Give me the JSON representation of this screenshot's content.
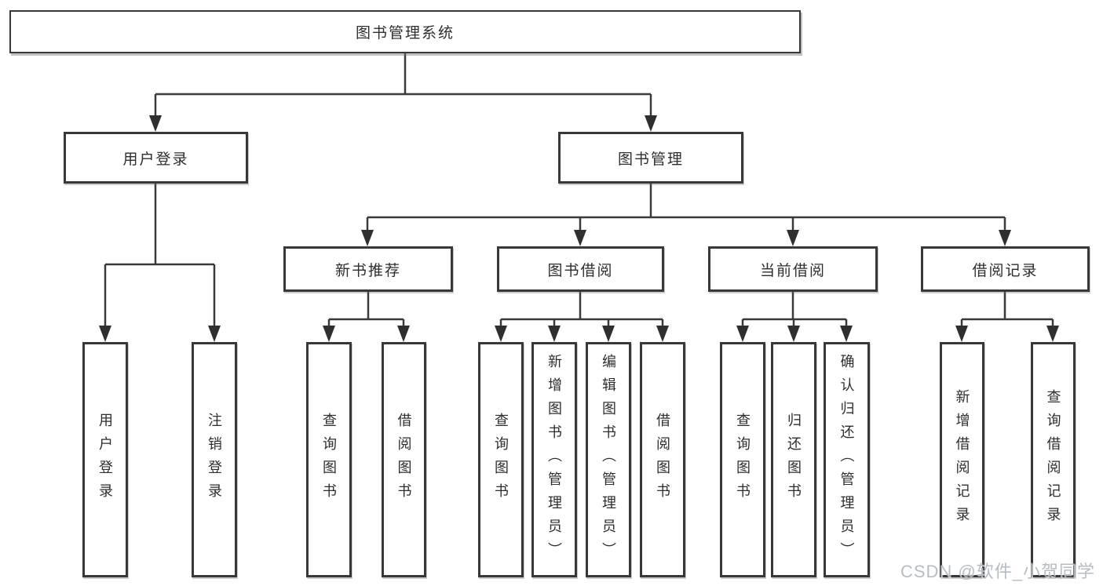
{
  "nodes": {
    "root": "图书管理系统",
    "level2": [
      "用户登录",
      "图书管理"
    ],
    "level3": [
      "新书推荐",
      "图书借阅",
      "当前借阅",
      "借阅记录"
    ],
    "leaves": {
      "login": [
        "用户登录",
        "注销登录"
      ],
      "recommend": [
        "查询图书",
        "借阅图书"
      ],
      "borrow": [
        "查询图书",
        "新增图书（管理员）",
        "编辑图书（管理员）",
        "借阅图书"
      ],
      "current": [
        "查询图书",
        "归还图书",
        "确认归还（管理员）"
      ],
      "records": [
        "新增借阅记录",
        "查询借阅记录"
      ]
    }
  },
  "watermark": "CSDN @软件_小贺同学",
  "colors": {
    "line": "#3a3a3a",
    "border": "#383838",
    "text": "#2e2e2e",
    "watermark": "#b0b7bf",
    "background": "#ffffff"
  }
}
